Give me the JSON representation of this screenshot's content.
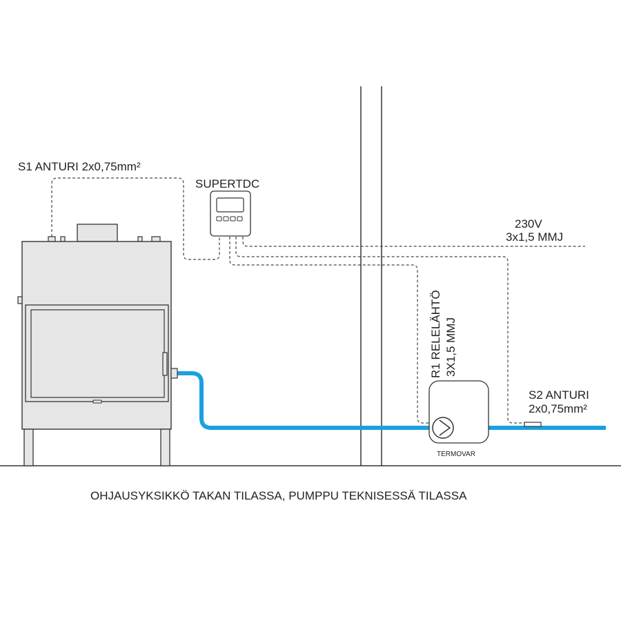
{
  "labels": {
    "s1_sensor": "S1 ANTURI 2x0,75mm²",
    "controller": "SUPERTDC",
    "power_voltage": "230V",
    "power_cable": "3x1,5 MMJ",
    "relay_output": "R1 RELELÄHTÖ",
    "relay_cable": "3X1,5 MMJ",
    "s2_sensor": "S2 ANTURI",
    "s2_cable": "2x0,75mm²",
    "pump_brand": "TERMOVAR"
  },
  "caption": "OHJAUSYKSIKKÖ TAKAN TILASSA, PUMPPU TEKNISESSÄ TILASSA",
  "colors": {
    "pipe": "#1aa0e0",
    "stove_body": "#e6e6e6",
    "outline": "#333333",
    "wire": "#444444"
  }
}
